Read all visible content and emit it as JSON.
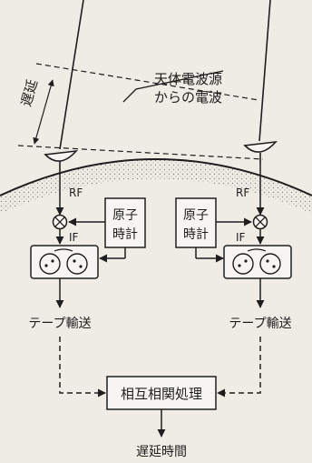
{
  "source_caption": {
    "line1": "天体電波源",
    "line2": "からの電波"
  },
  "delay_label": "遅延",
  "left": {
    "rf": "RF",
    "if": "IF",
    "clock": {
      "line1": "原子",
      "line2": "時計"
    },
    "tape": "テープ輸送"
  },
  "right": {
    "rf": "RF",
    "if": "IF",
    "clock": {
      "line1": "原子",
      "line2": "時計"
    },
    "tape": "テープ輸送"
  },
  "correlator": "相互相関処理",
  "output": "遅延時間",
  "colors": {
    "background": "#efece6",
    "ink": "#1e1e1e",
    "earth_dots": "#8a8780"
  },
  "icons": [
    "antenna-icon",
    "mixer-icon",
    "tape-recorder-icon",
    "arrow-icon"
  ]
}
